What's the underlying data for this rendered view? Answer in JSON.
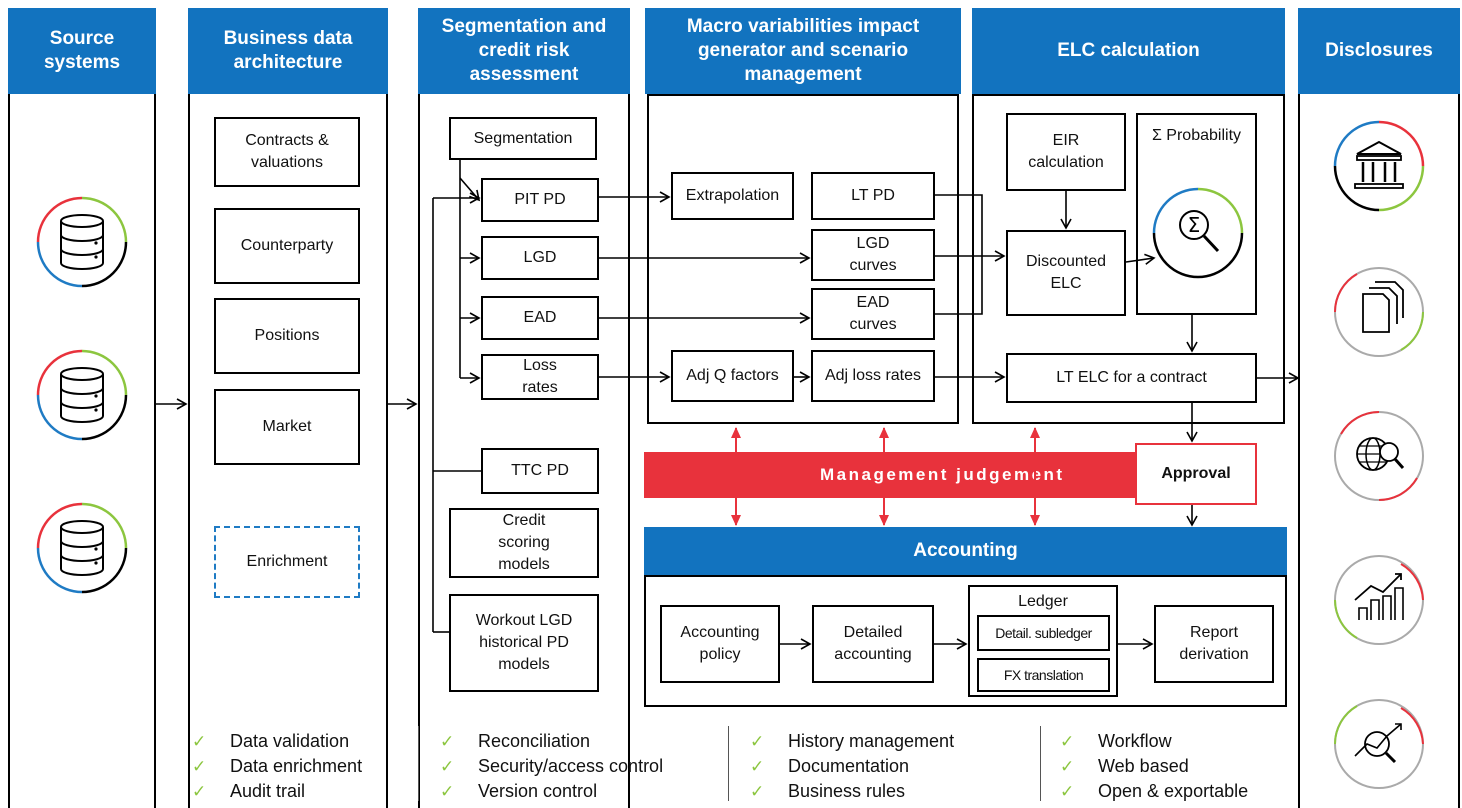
{
  "columns": {
    "source_systems": "Source systems",
    "business_data_architecture": "Business data architecture",
    "segmentation": "Segmentation and credit risk assessment",
    "macro": "Macro variabilities impact generator and scenario management",
    "elc": "ELC calculation",
    "disclosures": "Disclosures"
  },
  "business_boxes": {
    "contracts": "Contracts & valuations",
    "counterparty": "Counterparty",
    "positions": "Positions",
    "market": "Market",
    "enrichment": "Enrichment"
  },
  "segmentation_boxes": {
    "segmentation": "Segmentation",
    "pit_pd": "PIT PD",
    "lgd": "LGD",
    "ead": "EAD",
    "loss_rates": "Loss rates",
    "ttc_pd": "TTC PD",
    "credit_scoring": "Credit scoring models",
    "workout_lgd": "Workout LGD historical PD models"
  },
  "macro_boxes": {
    "extrapolation": "Extrapolation",
    "lt_pd": "LT PD",
    "lgd_curves": "LGD curves",
    "ead_curves": "EAD curves",
    "adj_q_factors": "Adj Q factors",
    "adj_loss_rates": "Adj loss rates"
  },
  "elc_boxes": {
    "eir": "EIR calculation",
    "probability": "Σ Probability",
    "discounted_elc": "Discounted ELC",
    "lt_elc": "LT ELC for a contract"
  },
  "management_judgement": "Management judgement",
  "approval": "Approval",
  "accounting": {
    "title": "Accounting",
    "policy": "Accounting policy",
    "detailed": "Detailed accounting",
    "ledger": "Ledger",
    "subledger": "Detail. subledger",
    "fx": "FX translation",
    "report": "Report derivation"
  },
  "features": [
    [
      "Data validation",
      "Data enrichment",
      "Audit trail"
    ],
    [
      "Reconciliation",
      "Security/access control",
      "Version control"
    ],
    [
      "History management",
      "Documentation",
      "Business rules"
    ],
    [
      "Workflow",
      "Web based",
      "Open & exportable"
    ]
  ],
  "check_mark": "✓",
  "icons": {
    "source": [
      "database-icon",
      "database-icon",
      "database-icon"
    ],
    "disclosures": [
      "bank-icon",
      "documents-icon",
      "globe-search-icon",
      "growth-chart-icon",
      "analytics-icon"
    ]
  },
  "colors": {
    "header_blue": "#1273bf",
    "judgement_red": "#e8323c",
    "check_green": "#8cc63f",
    "ring_red": "#e8323c",
    "ring_blue": "#1f7bc4",
    "ring_green": "#8cc63f"
  }
}
